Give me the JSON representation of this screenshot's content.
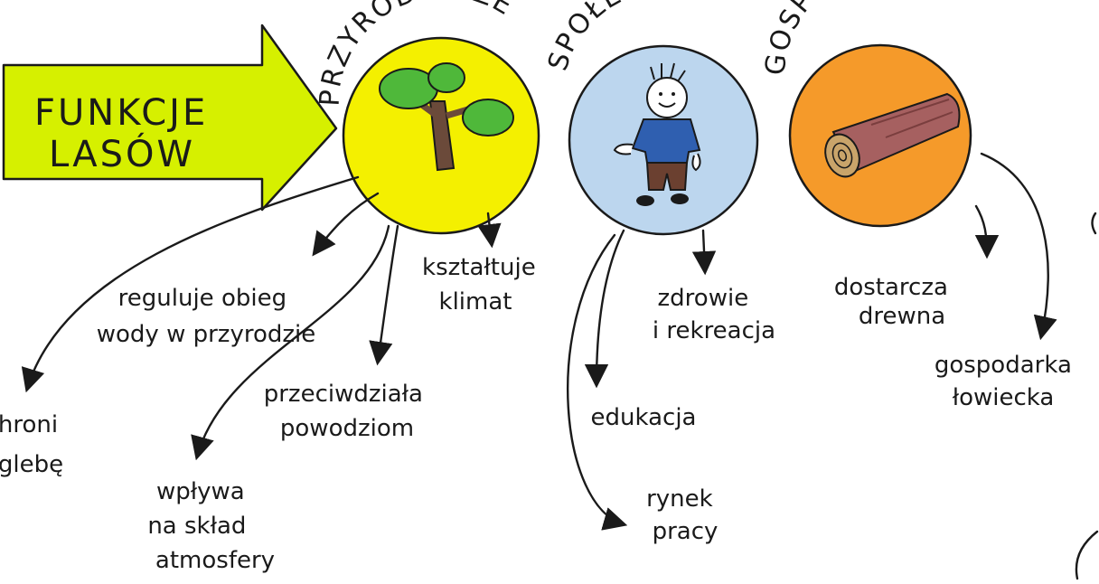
{
  "title": {
    "line1": "FUNKCJE",
    "line2": "LASÓW"
  },
  "colors": {
    "arrow": "#d6f000",
    "natural": "#f4f000",
    "social": "#bcd6ee",
    "economic": "#f59a2a",
    "ink": "#1a1a1a"
  },
  "categories": {
    "natural": {
      "label": "PRZYRODNICZE",
      "icon": "tree-icon",
      "functions": {
        "soil": [
          "chroni",
          "glebę"
        ],
        "water": [
          "reguluje obieg",
          "wody w przyrodzie"
        ],
        "climate": [
          "kształtuje",
          "klimat"
        ],
        "floods": [
          "przeciwdziała",
          "powodziom"
        ],
        "atmosphere": [
          "wpływa",
          "na skład",
          "atmosfery"
        ]
      }
    },
    "social": {
      "label": "SPOŁECZNE",
      "icon": "boy-icon",
      "functions": {
        "health": [
          "zdrowie",
          "i rekreacja"
        ],
        "education": [
          "edukacja"
        ],
        "jobs": [
          "rynek",
          "pracy"
        ]
      }
    },
    "economic": {
      "label": "GOSPODARCZE",
      "icon": "log-icon",
      "functions": {
        "wood": [
          "dostarcza",
          "drewna"
        ],
        "hunting": [
          "gospodarka",
          "łowiecka"
        ]
      }
    }
  }
}
